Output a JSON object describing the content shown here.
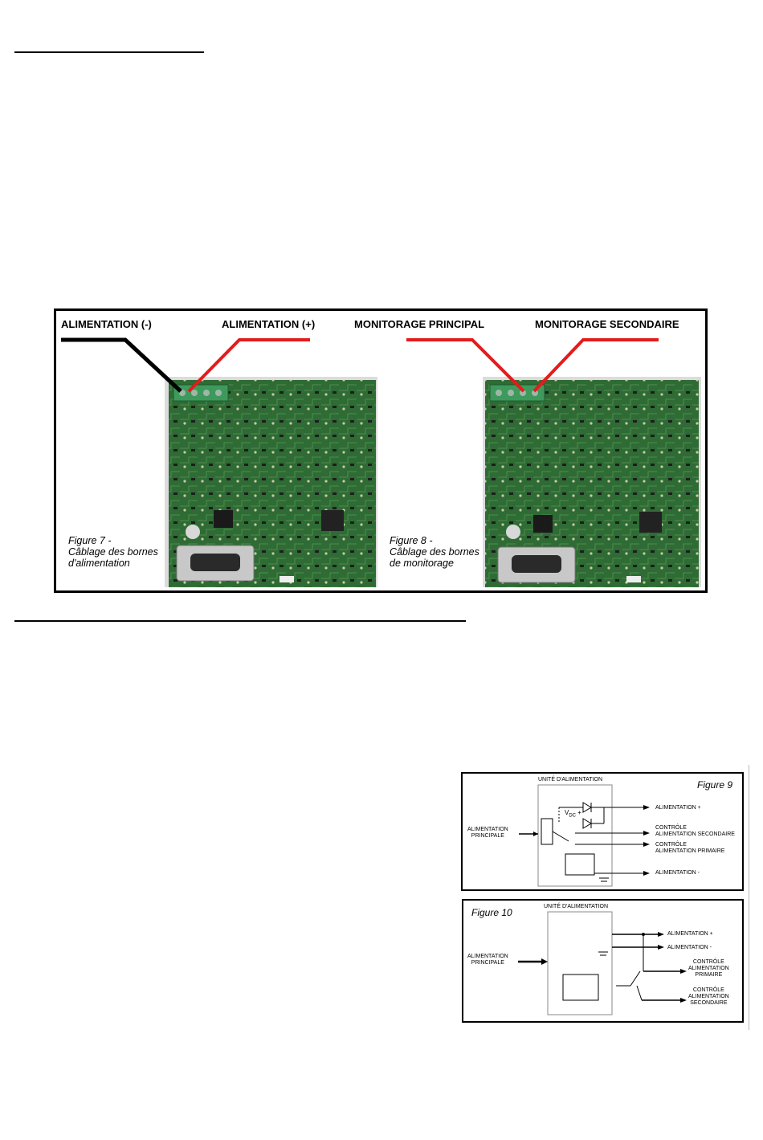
{
  "figure78": {
    "labels": {
      "neg": "ALIMENTATION (-)",
      "pos": "ALIMENTATION (+)",
      "mon_main": "MONITORAGE PRINCIPAL",
      "mon_sec": "MONITORAGE SECONDAIRE"
    },
    "fig7": {
      "line1": "Figure 7 -",
      "line2": "Câblage des bornes",
      "line3": "d'alimentation"
    },
    "fig8": {
      "line1": "Figure 8 -",
      "line2": "Câblage des bornes",
      "line3": "de monitorage"
    }
  },
  "figure9": {
    "title": "Figure 9",
    "unit": "UNITÉ D'ALIMENTATION",
    "input": [
      "ALIMENTATION",
      "PRINCIPALE"
    ],
    "vdc": "V",
    "vdc_sub": "DC",
    "out_pos": "ALIMENTATION +",
    "ctrl_sec": [
      "CONTRÔLE",
      "ALIMENTATION SECONDAIRE"
    ],
    "ctrl_pri": [
      "CONTRÔLE",
      "ALIMENTATION PRIMAIRE"
    ],
    "out_neg": "ALIMENTATION -"
  },
  "figure10": {
    "title": "Figure 10",
    "unit": "UNITÉ D'ALIMENTATION",
    "input": [
      "ALIMENTATION",
      "PRINCIPALE"
    ],
    "out_pos": "ALIMENTATION +",
    "out_neg": "ALIMENTATION -",
    "ctrl_pri": [
      "CONTRÔLE",
      "ALIMENTATION",
      "PRIMAIRE"
    ],
    "ctrl_sec": [
      "CONTRÔLE",
      "ALIMENTATION",
      "SECONDAIRE"
    ]
  },
  "colors": {
    "pcb": "#2f6b34",
    "wire_red": "#e41b1b",
    "wire_black": "#000000"
  }
}
